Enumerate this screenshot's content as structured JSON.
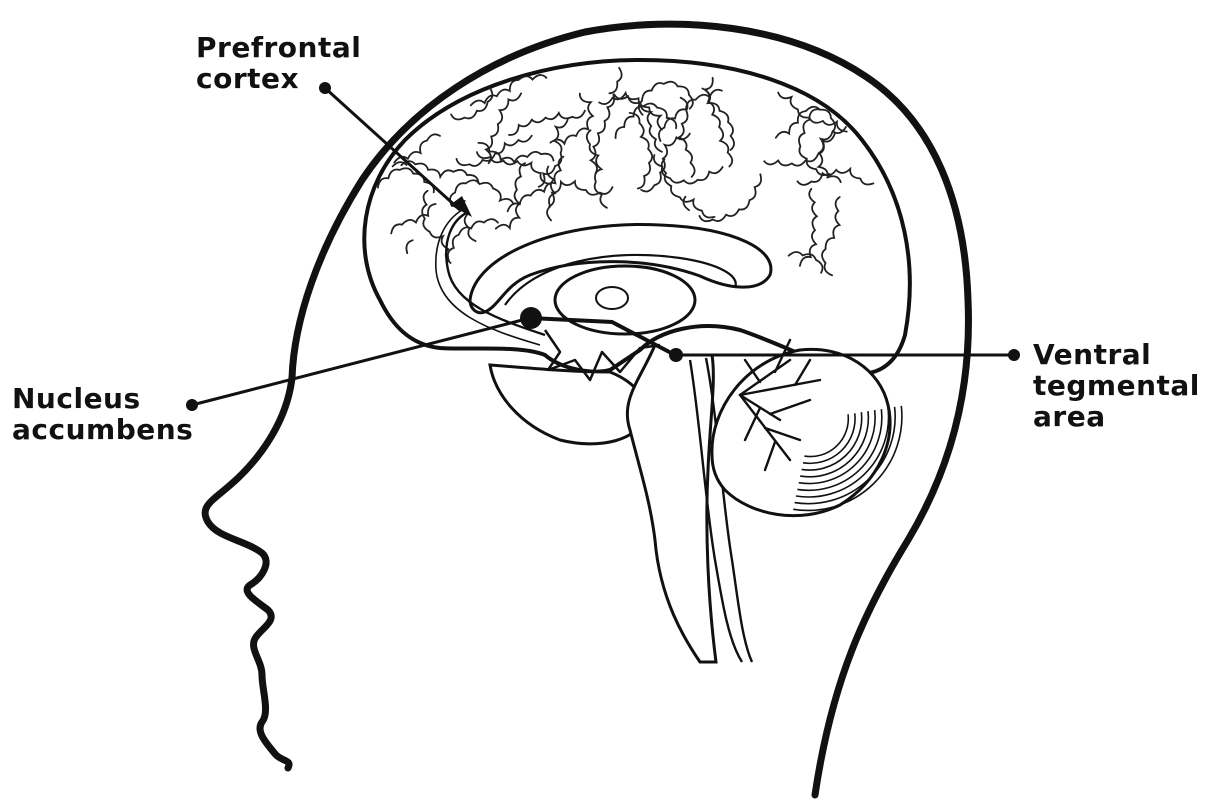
{
  "figure": {
    "subject": "brain sagittal section with head outline"
  },
  "labels": {
    "prefrontal_cortex": {
      "line1": "Prefrontal",
      "line2": "cortex"
    },
    "nucleus_accumbens": {
      "line1": "Nucleus",
      "line2": "accumbens"
    },
    "ventral_tegmental_area": {
      "line1": "Ventral",
      "line2": "tegmental",
      "line3": "area"
    }
  },
  "colors": {
    "ink": "#111111",
    "background": "#ffffff",
    "fold_lines": "#222222"
  }
}
